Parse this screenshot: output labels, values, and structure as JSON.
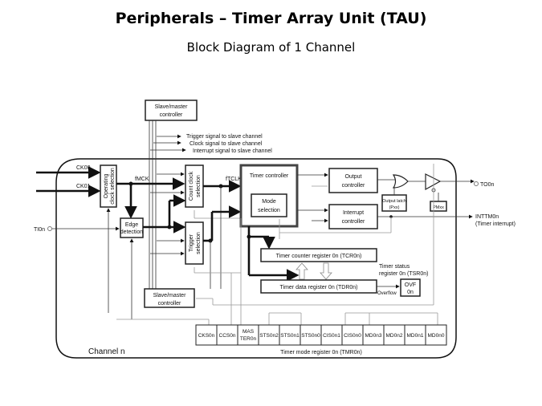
{
  "header": {
    "title": "Peripherals – Timer Array Unit (TAU)",
    "subtitle": "Block Diagram of 1 Channel"
  },
  "diagram": {
    "channel_label": "Channel n",
    "inputs": {
      "ck00": "CK00",
      "ck01": "CK01",
      "ti": "TI0n"
    },
    "outputs": {
      "to": "TO0n",
      "intt_line1": "INTTM0n",
      "intt_line2": "(Timer interrupt)"
    },
    "signals": {
      "fmck": "fMCK",
      "ftclk": "fTCLK",
      "trigger_to_slave": "Trigger signal to slave channel",
      "clock_to_slave": "Clock signal to slave channel",
      "interrupt_to_slave": "Interrupt signal to slave channel",
      "overflow": "Overflow"
    },
    "blocks": {
      "slave_master_top_l1": "Slave/master",
      "slave_master_top_l2": "controller",
      "op_clock_l1": "Operating",
      "op_clock_l2": "clock selection",
      "edge_l1": "Edge",
      "edge_l2": "detection",
      "count_clock_l1": "Count clock",
      "count_clock_l2": "selection",
      "trigger_l1": "Trigger",
      "trigger_l2": "selection",
      "timer_controller": "Timer controller",
      "mode_l1": "Mode",
      "mode_l2": "selection",
      "output_ctrl_l1": "Output",
      "output_ctrl_l2": "controller",
      "interrupt_ctrl_l1": "Interrupt",
      "interrupt_ctrl_l2": "controller",
      "output_latch_l1": "Output latch",
      "output_latch_l2": "(Pxx)",
      "pm": "PMxx",
      "tcr": "Timer counter register 0n (TCR0n)",
      "tdr": "Timer data register 0n (TDR0n)",
      "tsr_l1": "Timer status",
      "tsr_l2": "register 0n (TSR0n)",
      "ovf_l1": "OVF",
      "ovf_l2": "0n",
      "slave_master_bot_l1": "Slave/master",
      "slave_master_bot_l2": "controller"
    },
    "tmr_register": {
      "label": "Timer mode register 0n (TMR0n)",
      "fields": [
        "CKS0n",
        "CCS0n",
        "MAS TER0n",
        "STS0n2",
        "STS0n1",
        "STS0n0",
        "CIS0n1",
        "CIS0n0",
        "MD0n3",
        "MD0n2",
        "MD0n1",
        "MD0n0"
      ]
    }
  }
}
